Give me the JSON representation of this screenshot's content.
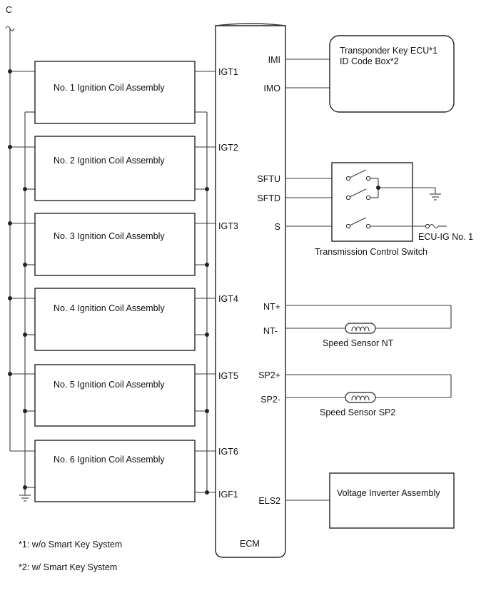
{
  "power_label": "C",
  "ecm": {
    "label": "ECM",
    "pins": {
      "igt1": "IGT1",
      "igt2": "IGT2",
      "igt3": "IGT3",
      "igt4": "IGT4",
      "igt5": "IGT5",
      "igt6": "IGT6",
      "igf1": "IGF1",
      "imi": "IMI",
      "imo": "IMO",
      "sftu": "SFTU",
      "sftd": "SFTD",
      "s": "S",
      "nt_plus": "NT+",
      "nt_minus": "NT-",
      "sp2_plus": "SP2+",
      "sp2_minus": "SP2-",
      "els2": "ELS2"
    }
  },
  "coils": [
    "No. 1 Ignition Coil Assembly",
    "No. 2 Ignition Coil Assembly",
    "No. 3 Ignition Coil Assembly",
    "No. 4 Ignition Coil Assembly",
    "No. 5 Ignition Coil Assembly",
    "No. 6 Ignition Coil Assembly"
  ],
  "transponder": {
    "line1": "Transponder Key ECU*1",
    "line2": "ID Code Box*2"
  },
  "transmission_switch": "Transmission Control Switch",
  "ecu_ig": "ECU-IG No. 1",
  "speed_sensor_nt": "Speed Sensor NT",
  "speed_sensor_sp2": "Speed Sensor SP2",
  "voltage_inverter": "Voltage Inverter Assembly",
  "notes": {
    "n1": "*1: w/o Smart Key System",
    "n2": "*2: w/ Smart Key System"
  }
}
